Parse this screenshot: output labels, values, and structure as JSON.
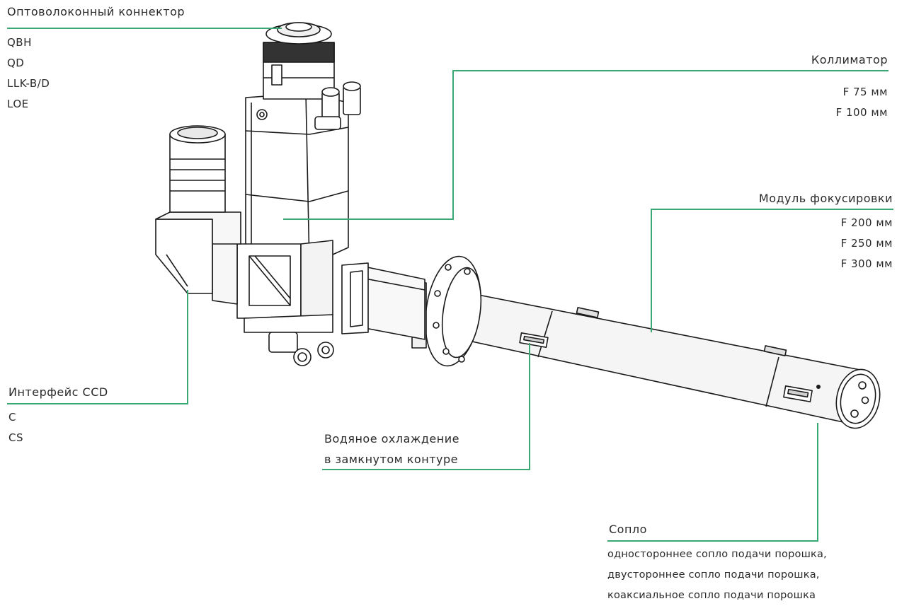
{
  "colors": {
    "leader": "#3aa873",
    "drawing": "#1a1a1a",
    "text": "#2a2a2a"
  },
  "labels": {
    "fiber_connector": {
      "title": "Оптоволоконный коннектор",
      "items": [
        "QBH",
        "QD",
        "LLK-B/D",
        "LOE"
      ]
    },
    "collimator": {
      "title": "Коллиматор",
      "items": [
        "F 75 мм",
        "F 100 мм"
      ]
    },
    "focus_module": {
      "title": "Модуль фокусировки",
      "items": [
        "F 200 мм",
        "F 250 мм",
        "F 300 мм"
      ]
    },
    "ccd_interface": {
      "title": "Интерфейс CCD",
      "items": [
        "C",
        "CS"
      ]
    },
    "water_cooling": {
      "lines": [
        "Водяное охлаждение",
        "в замкнутом контуре"
      ]
    },
    "nozzle": {
      "title": "Сопло",
      "items": [
        "одностороннее сопло подачи порошка,",
        "двустороннее сопло подачи порошка,",
        "коаксиальное сопло подачи порошка"
      ]
    }
  }
}
